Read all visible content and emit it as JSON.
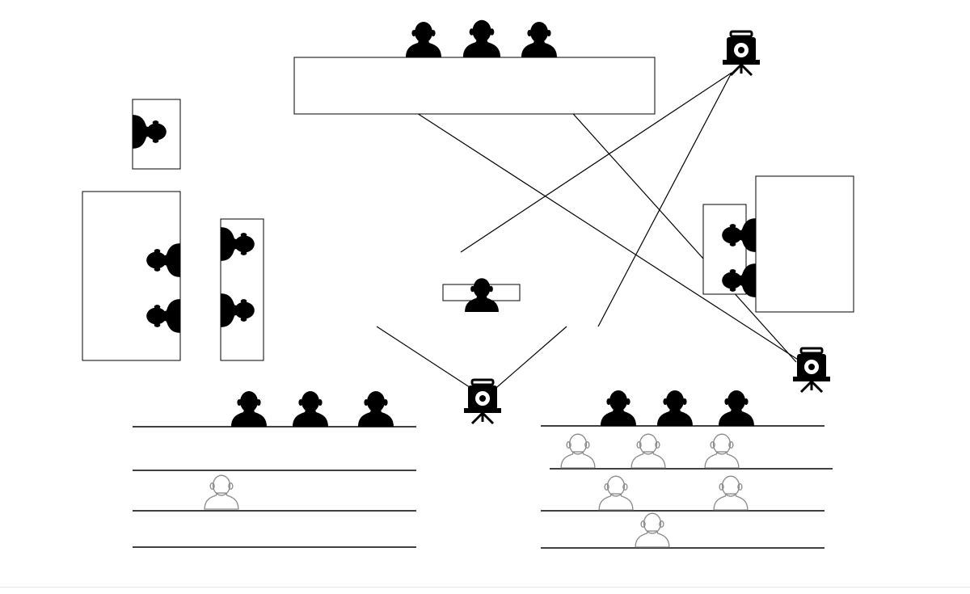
{
  "diagram": {
    "kind": "studio-seating-plan",
    "colors": {
      "background": "#ffffff",
      "ink": "#000000",
      "outline_person": "#8a8a8a",
      "divider": "#e6e6e6"
    },
    "tables": [
      {
        "id": "presenter-desk",
        "people": 3
      },
      {
        "id": "small-side-desk",
        "people": 1
      },
      {
        "id": "left-large-desk",
        "people": 2
      },
      {
        "id": "left-narrow-desk",
        "people": 2
      },
      {
        "id": "center-small-desk",
        "people": 1
      },
      {
        "id": "right-front-panel",
        "people": 0
      },
      {
        "id": "right-large-desk",
        "people": 2
      }
    ],
    "cameras": [
      {
        "id": "camera-top-right",
        "icon": "camera-on-tripod-icon"
      },
      {
        "id": "camera-right",
        "icon": "camera-on-tripod-icon"
      },
      {
        "id": "camera-bottom-center",
        "icon": "camera-on-tripod-icon"
      }
    ],
    "audience_sections": [
      {
        "id": "audience-left",
        "rows": 4,
        "seated_solid": 3,
        "seated_outline": 1
      },
      {
        "id": "audience-right",
        "rows": 4,
        "seated_solid": 3,
        "seated_outline": 6
      }
    ],
    "icons": {
      "person_solid": "person-silhouette-icon",
      "person_outline": "person-outline-icon",
      "camera": "camera-on-tripod-icon"
    }
  }
}
